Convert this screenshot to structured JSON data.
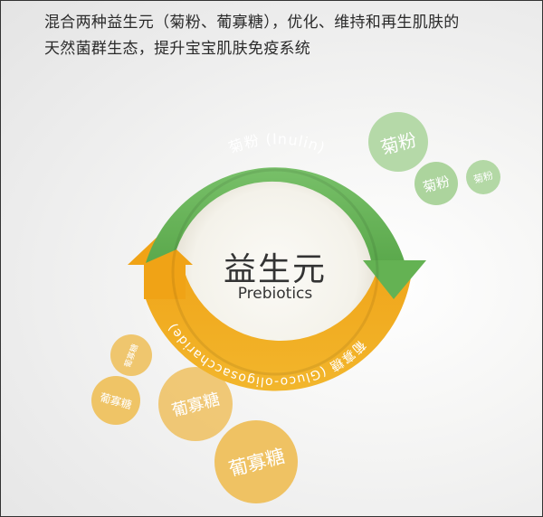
{
  "intro": {
    "line1": "混合两种益生元（菊粉、葡寡糖），优化、维持和再生肌肤的",
    "line2": "天然菌群生态，提升宝宝肌肤免疫系统"
  },
  "center": {
    "title": "益生元",
    "subtitle": "Prebiotics"
  },
  "ring": {
    "green_label": "菊粉 (Inulin)",
    "orange_label": "葡寡糖 (Gluco-oligosaccharide)",
    "green_color": "#6bb85a",
    "orange_color": "#eea417"
  },
  "green_bubbles": [
    {
      "label": "菊粉"
    },
    {
      "label": "菊粉"
    },
    {
      "label": "菊粉"
    }
  ],
  "orange_bubbles": [
    {
      "label": "葡寡糖"
    },
    {
      "label": "葡寡糖"
    },
    {
      "label": "葡寡糖"
    },
    {
      "label": "葡寡糖"
    }
  ],
  "colors": {
    "green_bubble": "#a9d49c",
    "orange_bubble": "#eec363"
  }
}
